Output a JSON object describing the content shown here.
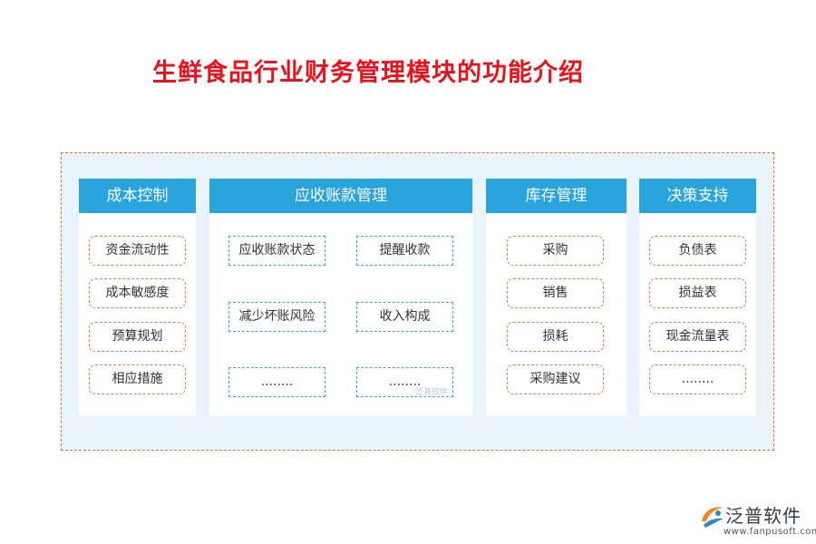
{
  "title": "生鲜食品行业财务管理模块的功能介绍",
  "colors": {
    "title": "#e8121d",
    "header": "#29a4dc",
    "frame_border": "#e0703a",
    "frame_bg": "#eaf4fb",
    "item_orange": "#e07a4a",
    "item_blue": "#3aa6d8"
  },
  "panels": {
    "cost": {
      "header": "成本控制",
      "items": [
        "资金流动性",
        "成本敏感度",
        "预算规划",
        "相应措施"
      ]
    },
    "receivable": {
      "header": "应收账款管理",
      "items": [
        "应收账款状态",
        "提醒收款",
        "减少坏账风险",
        "收入构成",
        "........",
        "........"
      ]
    },
    "inventory": {
      "header": "库存管理",
      "items": [
        "采购",
        "销售",
        "损耗",
        "采购建议"
      ]
    },
    "decision": {
      "header": "决策支持",
      "items": [
        "负债表",
        "损益表",
        "现金流量表",
        "........"
      ]
    }
  },
  "watermark": "泛普软件",
  "logo": {
    "icon": "fanpu-logo-icon",
    "name": "泛普软件",
    "url": "www.fanpusoft.com"
  }
}
